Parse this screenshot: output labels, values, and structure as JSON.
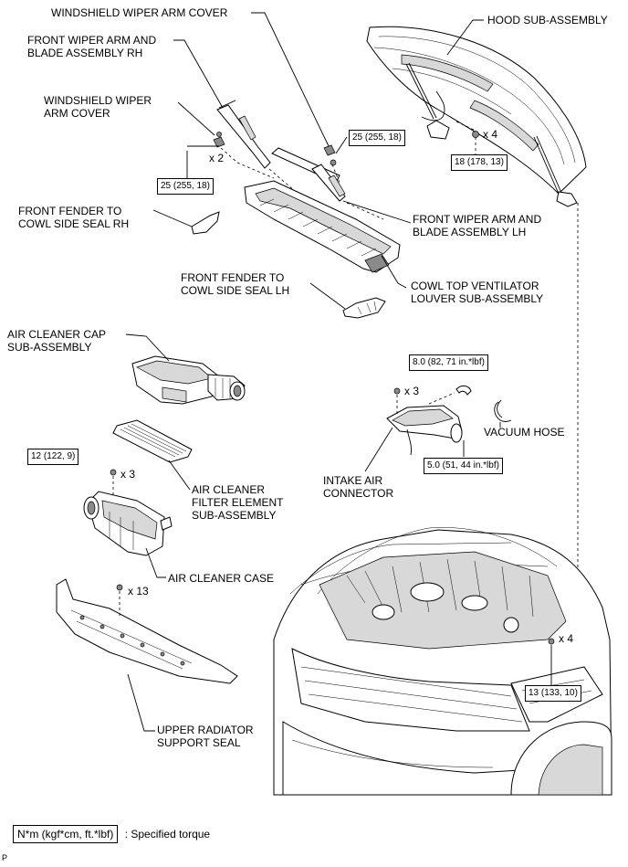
{
  "labels": {
    "wiper_cover_top": "WINDSHIELD WIPER ARM COVER",
    "wiper_rh": [
      "FRONT WIPER ARM AND",
      "BLADE ASSEMBLY RH"
    ],
    "wiper_cover_left": [
      "WINDSHIELD WIPER",
      "ARM COVER"
    ],
    "hood": "HOOD SUB-ASSEMBLY",
    "fender_seal_rh": [
      "FRONT FENDER TO",
      "COWL SIDE SEAL RH"
    ],
    "wiper_lh": [
      "FRONT WIPER ARM AND",
      "BLADE ASSEMBLY LH"
    ],
    "fender_seal_lh": [
      "FRONT FENDER TO",
      "COWL SIDE SEAL LH"
    ],
    "cowl_louver": [
      "COWL TOP VENTILATOR",
      "LOUVER SUB-ASSEMBLY"
    ],
    "air_cleaner_cap": [
      "AIR CLEANER CAP",
      "SUB-ASSEMBLY"
    ],
    "vacuum_hose": "VACUUM HOSE",
    "air_filter": [
      "AIR CLEANER",
      "FILTER ELEMENT",
      "SUB-ASSEMBLY"
    ],
    "intake_connector": [
      "INTAKE AIR",
      "CONNECTOR"
    ],
    "air_cleaner_case": "AIR CLEANER CASE",
    "radiator_seal": [
      "UPPER RADIATOR",
      "SUPPORT SEAL"
    ]
  },
  "torques": {
    "t_wiper_rh": "25 (255, 18)",
    "t_wiper_lh": "25 (255, 18)",
    "t_hood": "18 (178, 13)",
    "t_intake_bolt": "8.0 (82, 71 in.*lbf)",
    "t_intake_clamp": "5.0 (51, 44 in.*lbf)",
    "t_case": "12 (122, 9)",
    "t_hinge": "13 (133, 10)"
  },
  "counts": {
    "c_wiper": "x 2",
    "c_hood": "x 4",
    "c_intake": "x 3",
    "c_case": "x 3",
    "c_seal": "x 13",
    "c_hinge": "x 4"
  },
  "legend": {
    "unit": "N*m (kgf*cm, ft.*lbf)",
    "meaning": ": Specified torque"
  },
  "corner_mark": "P"
}
